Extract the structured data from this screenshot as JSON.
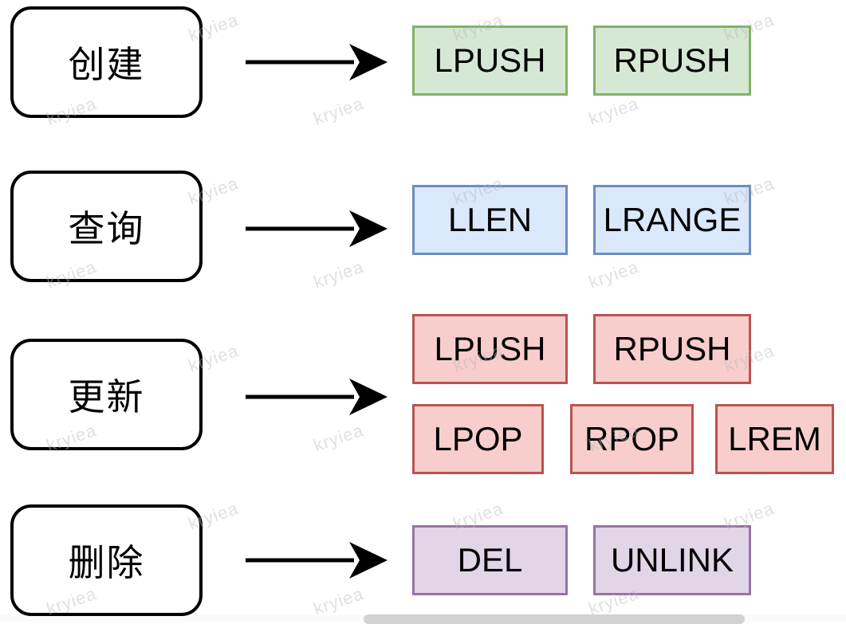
{
  "watermark": {
    "text": "kryiea"
  },
  "palette": {
    "create": {
      "fill": "#d5e8d4",
      "stroke": "#82b366"
    },
    "query": {
      "fill": "#dae8fc",
      "stroke": "#6c8ebf"
    },
    "update": {
      "fill": "#f8cecc",
      "stroke": "#b85450"
    },
    "delete": {
      "fill": "#e1d5e7",
      "stroke": "#9673a6"
    },
    "category_border": "#000000",
    "arrow": "#000000",
    "scrollbar_thumb": "#d2d2d2"
  },
  "rows": [
    {
      "id": "create",
      "label": "创建",
      "color": "green",
      "commands": [
        "LPUSH",
        "RPUSH"
      ]
    },
    {
      "id": "query",
      "label": "查询",
      "color": "blue",
      "commands": [
        "LLEN",
        "LRANGE"
      ]
    },
    {
      "id": "update",
      "label": "更新",
      "color": "red",
      "commands": [
        "LPUSH",
        "RPUSH",
        "LPOP",
        "RPOP",
        "LREM"
      ]
    },
    {
      "id": "delete",
      "label": "删除",
      "color": "purple",
      "commands": [
        "DEL",
        "UNLINK"
      ]
    }
  ]
}
